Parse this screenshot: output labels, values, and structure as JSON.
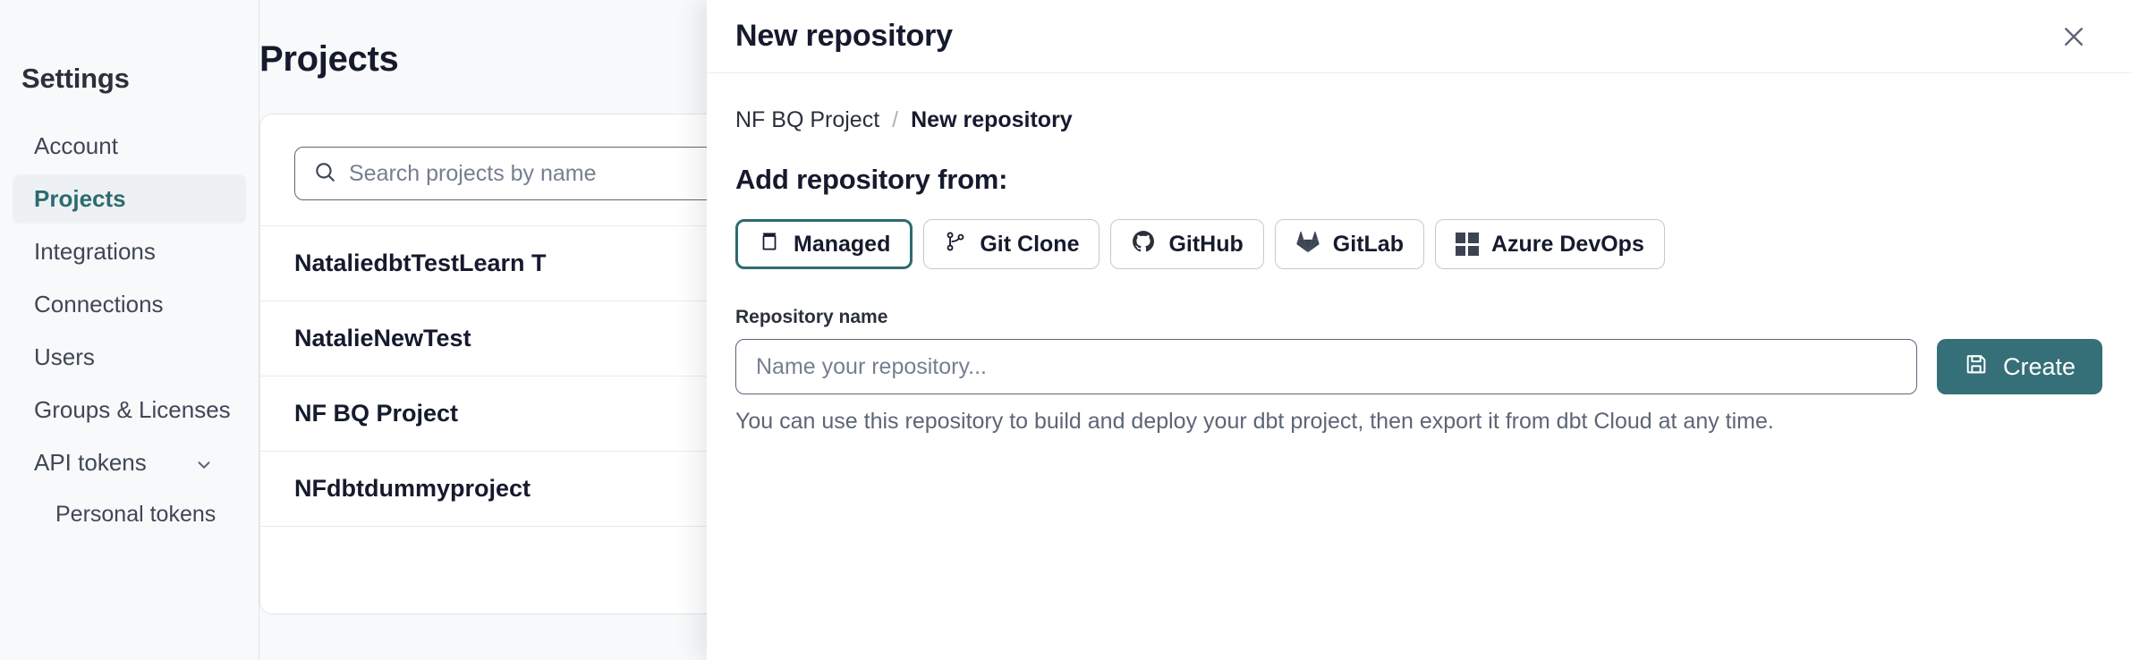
{
  "sidebar": {
    "title": "Settings",
    "items": [
      {
        "label": "Account",
        "active": false
      },
      {
        "label": "Projects",
        "active": true
      },
      {
        "label": "Integrations",
        "active": false
      },
      {
        "label": "Connections",
        "active": false
      },
      {
        "label": "Users",
        "active": false
      },
      {
        "label": "Groups & Licenses",
        "active": false
      },
      {
        "label": "API tokens",
        "active": false
      },
      {
        "label": "Personal tokens",
        "active": false
      }
    ]
  },
  "main": {
    "page_title": "Projects",
    "search": {
      "placeholder": "Search projects by name"
    },
    "projects": [
      "NataliedbtTestLearn T",
      "NatalieNewTest",
      "NF BQ Project",
      "NFdbtdummyproject"
    ]
  },
  "panel": {
    "title": "New repository",
    "close_label": "×",
    "breadcrumb": {
      "parent": "NF BQ Project",
      "separator": "/",
      "current": "New repository"
    },
    "section_heading": "Add repository from:",
    "providers": [
      {
        "label": "Managed",
        "icon": "managed-icon",
        "selected": true
      },
      {
        "label": "Git Clone",
        "icon": "git-clone-icon",
        "selected": false
      },
      {
        "label": "GitHub",
        "icon": "github-icon",
        "selected": false
      },
      {
        "label": "GitLab",
        "icon": "gitlab-icon",
        "selected": false
      },
      {
        "label": "Azure DevOps",
        "icon": "azure-devops-icon",
        "selected": false
      }
    ],
    "repository_name": {
      "label": "Repository name",
      "placeholder": "Name your repository...",
      "value": ""
    },
    "create_button": {
      "label": "Create",
      "icon": "save-icon"
    },
    "help_text": "You can use this repository to build and deploy your dbt project, then export it from dbt Cloud at any time."
  },
  "colors": {
    "accent_teal": "#356f77",
    "selected_border": "#2d6b70",
    "text_dark": "#151a2d",
    "text_muted": "#5d6576",
    "page_bg": "#f7f9fa"
  }
}
